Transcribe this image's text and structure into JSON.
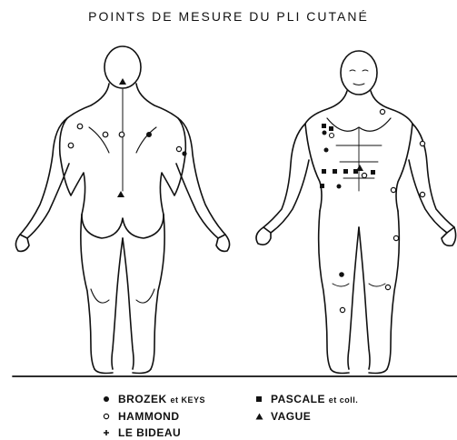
{
  "title": "POINTS DE MESURE DU PLI CUTANÉ",
  "legend": [
    {
      "symbol": "filled-circle",
      "label": "BROZEK",
      "suffix": "et KEYS"
    },
    {
      "symbol": "open-circle",
      "label": "HAMMOND",
      "suffix": ""
    },
    {
      "symbol": "plus",
      "label": "LE BIDEAU",
      "suffix": ""
    },
    {
      "symbol": "filled-square",
      "label": "PASCALE",
      "suffix": "et coll."
    },
    {
      "symbol": "filled-triangle",
      "label": "VAGUE",
      "suffix": ""
    }
  ],
  "colors": {
    "ink": "#111111",
    "background": "#ffffff"
  }
}
